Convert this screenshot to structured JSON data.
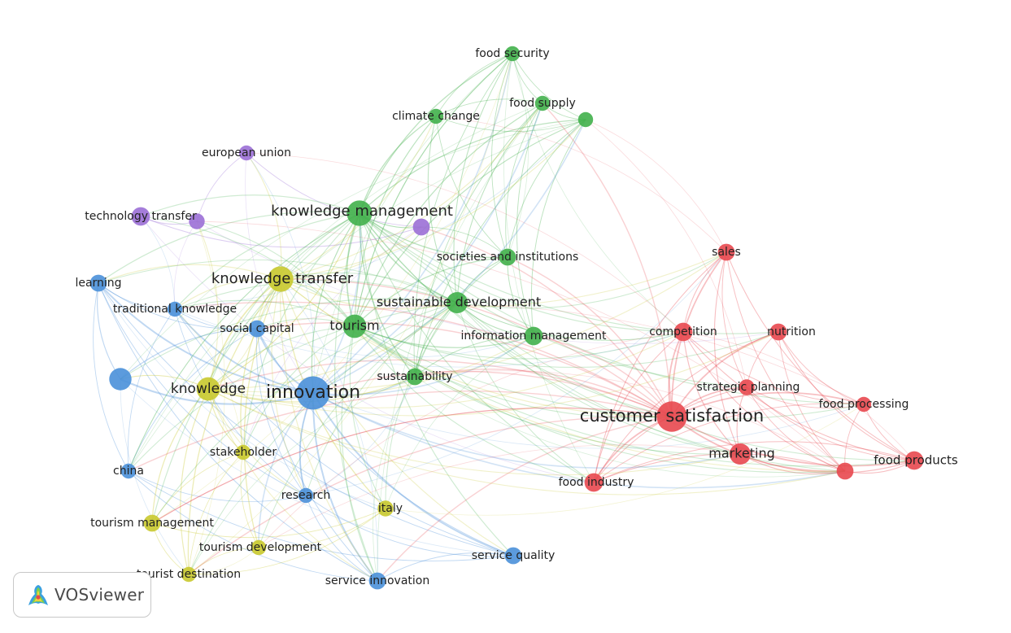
{
  "app": {
    "name": "VOSviewer"
  },
  "colors": {
    "red": "#e8484f",
    "green": "#41b04b",
    "blue": "#4a90d9",
    "yellow": "#c9c92e",
    "purple": "#9b6fd6"
  },
  "network": {
    "nodes": [
      {
        "id": "food_security",
        "label": "food security",
        "cluster": "green",
        "weight": 1
      },
      {
        "id": "food_supply",
        "label": "food supply",
        "cluster": "green",
        "weight": 1
      },
      {
        "id": "climate_change",
        "label": "climate change",
        "cluster": "green",
        "weight": 1
      },
      {
        "id": "green_unlabeled",
        "label": "",
        "cluster": "green",
        "weight": 1
      },
      {
        "id": "knowledge_management",
        "label": "knowledge management",
        "cluster": "green",
        "weight": 5
      },
      {
        "id": "societies_institutions",
        "label": "societies and institutions",
        "cluster": "green",
        "weight": 1.5
      },
      {
        "id": "sustainable_development",
        "label": "sustainable development",
        "cluster": "green",
        "weight": 3
      },
      {
        "id": "tourism",
        "label": "tourism",
        "cluster": "green",
        "weight": 4
      },
      {
        "id": "information_management",
        "label": "information management",
        "cluster": "green",
        "weight": 2
      },
      {
        "id": "sustainability",
        "label": "sustainability",
        "cluster": "green",
        "weight": 1.5
      },
      {
        "id": "european_union",
        "label": "european union",
        "cluster": "purple",
        "weight": 1
      },
      {
        "id": "technology_transfer",
        "label": "technology transfer",
        "cluster": "purple",
        "weight": 2
      },
      {
        "id": "purple_a",
        "label": "",
        "cluster": "purple",
        "weight": 1.2
      },
      {
        "id": "purple_b",
        "label": "",
        "cluster": "purple",
        "weight": 1.5
      },
      {
        "id": "learning",
        "label": "learning",
        "cluster": "blue",
        "weight": 1.5
      },
      {
        "id": "traditional_knowledge",
        "label": "traditional knowledge",
        "cluster": "blue",
        "weight": 1
      },
      {
        "id": "social_capital",
        "label": "social capital",
        "cluster": "blue",
        "weight": 1.5
      },
      {
        "id": "blue_unlabeled",
        "label": "",
        "cluster": "blue",
        "weight": 3.5
      },
      {
        "id": "innovation",
        "label": "innovation",
        "cluster": "blue",
        "weight": 10
      },
      {
        "id": "china",
        "label": "china",
        "cluster": "blue",
        "weight": 1
      },
      {
        "id": "research",
        "label": "research",
        "cluster": "blue",
        "weight": 1
      },
      {
        "id": "service_quality",
        "label": "service quality",
        "cluster": "blue",
        "weight": 1.5
      },
      {
        "id": "service_innovation",
        "label": "service innovation",
        "cluster": "blue",
        "weight": 1.5
      },
      {
        "id": "knowledge_transfer",
        "label": "knowledge transfer",
        "cluster": "yellow",
        "weight": 5
      },
      {
        "id": "knowledge",
        "label": "knowledge",
        "cluster": "yellow",
        "weight": 4
      },
      {
        "id": "stakeholder",
        "label": "stakeholder",
        "cluster": "yellow",
        "weight": 1
      },
      {
        "id": "tourism_management",
        "label": "tourism management",
        "cluster": "yellow",
        "weight": 1.5
      },
      {
        "id": "tourism_development",
        "label": "tourism development",
        "cluster": "yellow",
        "weight": 1
      },
      {
        "id": "tourist_destination",
        "label": "tourist destination",
        "cluster": "yellow",
        "weight": 1
      },
      {
        "id": "italy",
        "label": "italy",
        "cluster": "yellow",
        "weight": 1.2
      },
      {
        "id": "sales",
        "label": "sales",
        "cluster": "red",
        "weight": 1.5
      },
      {
        "id": "competition",
        "label": "competition",
        "cluster": "red",
        "weight": 2
      },
      {
        "id": "nutrition",
        "label": "nutrition",
        "cluster": "red",
        "weight": 1.5
      },
      {
        "id": "strategic_planning",
        "label": "strategic planning",
        "cluster": "red",
        "weight": 1.2
      },
      {
        "id": "food_processing",
        "label": "food processing",
        "cluster": "red",
        "weight": 1
      },
      {
        "id": "customer_satisfaction",
        "label": "customer satisfaction",
        "cluster": "red",
        "weight": 8
      },
      {
        "id": "marketing",
        "label": "marketing",
        "cluster": "red",
        "weight": 3
      },
      {
        "id": "red_unlabeled",
        "label": "",
        "cluster": "red",
        "weight": 1.5
      },
      {
        "id": "food_products",
        "label": "food products",
        "cluster": "red",
        "weight": 2
      },
      {
        "id": "food_industry",
        "label": "food industry",
        "cluster": "red",
        "weight": 2
      }
    ]
  }
}
